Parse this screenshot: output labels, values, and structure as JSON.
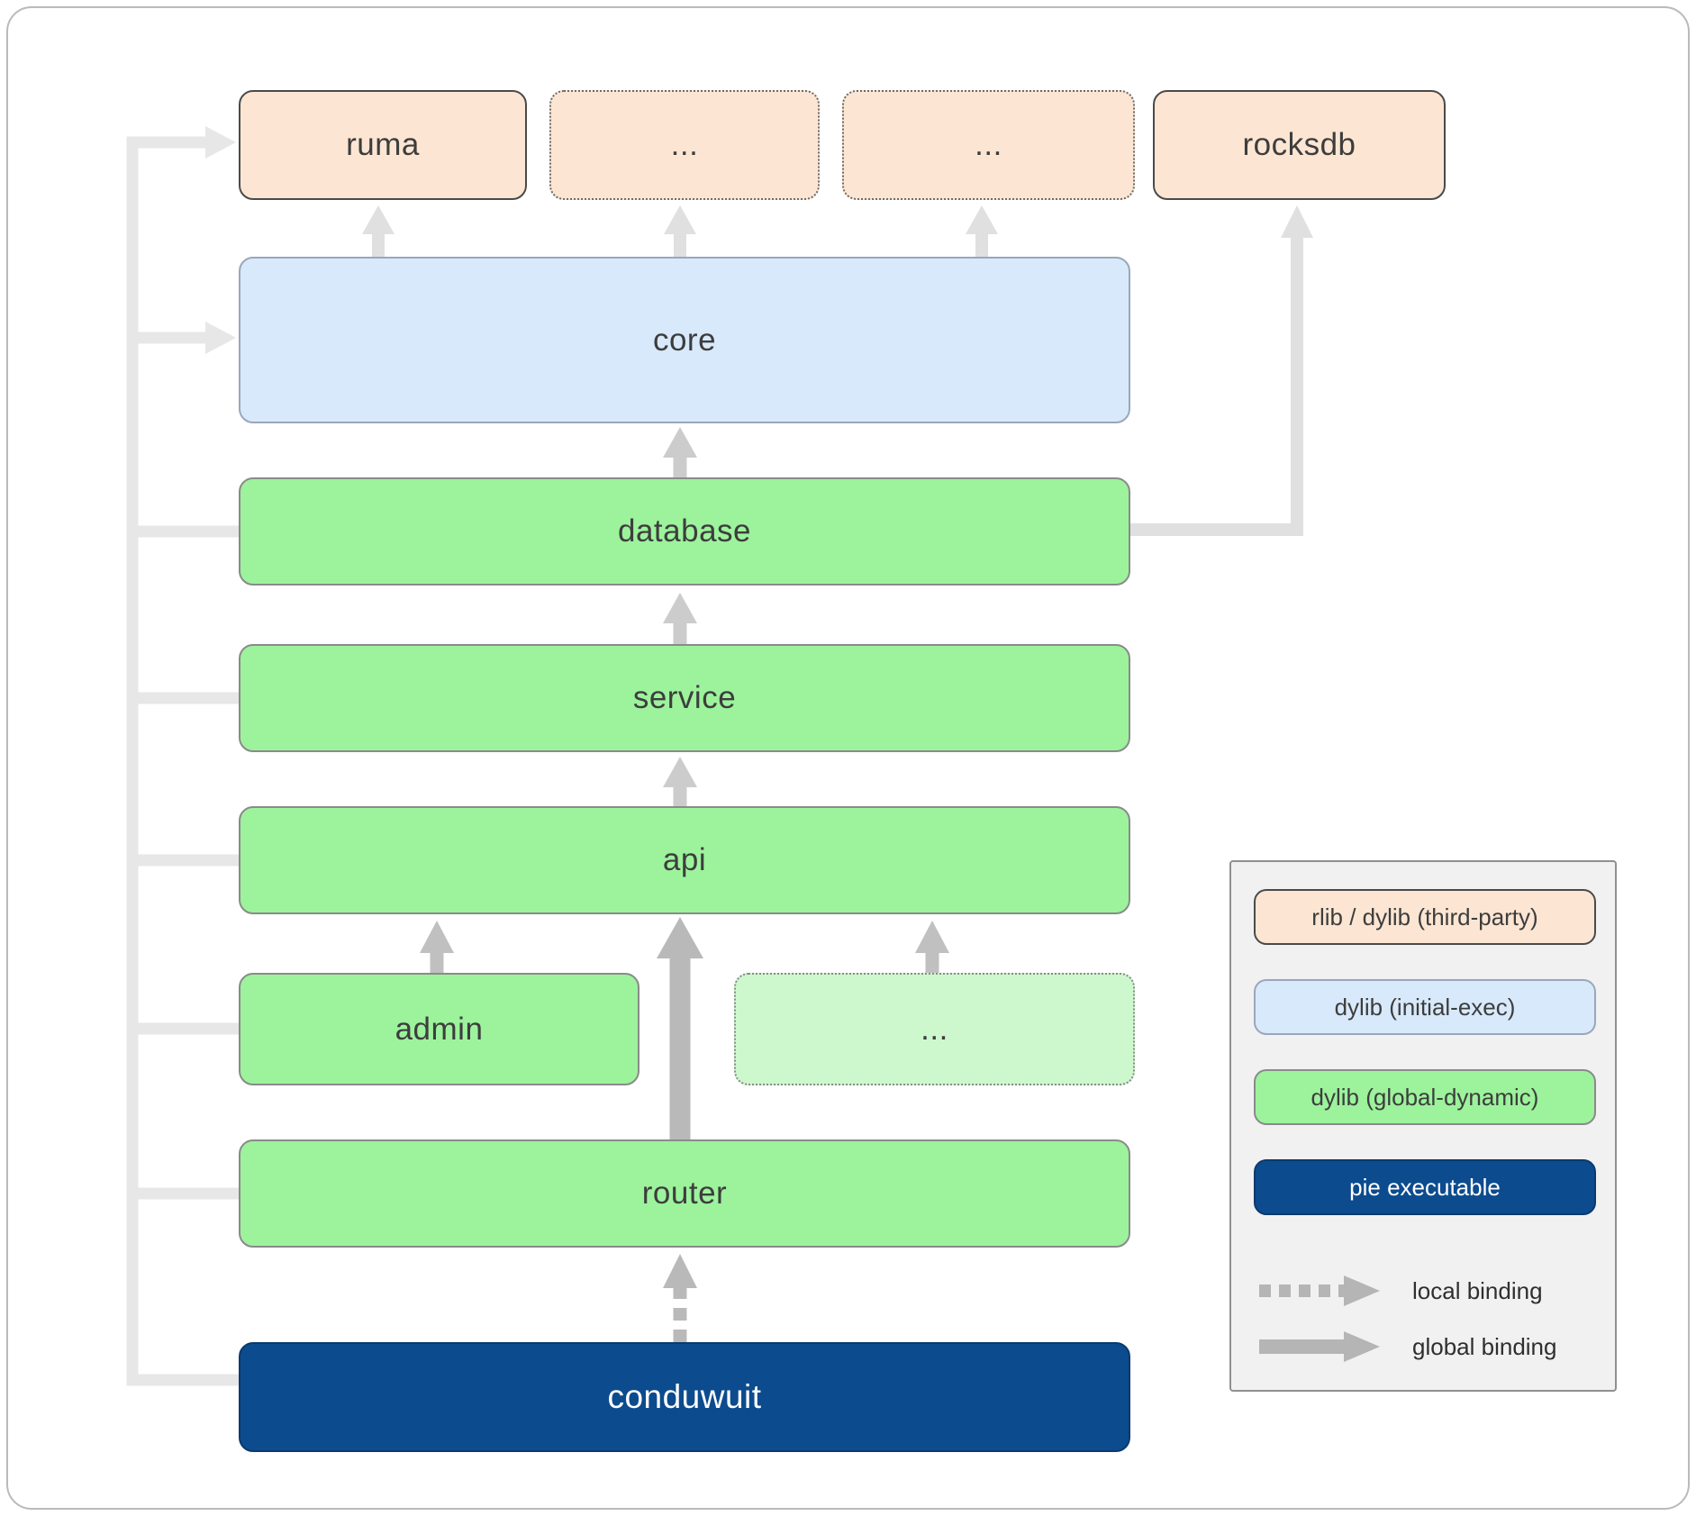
{
  "diagram": {
    "nodes": {
      "ruma": {
        "label": "ruma"
      },
      "dep_a": {
        "label": "..."
      },
      "dep_b": {
        "label": "..."
      },
      "rocksdb": {
        "label": "rocksdb"
      },
      "core": {
        "label": "core"
      },
      "database": {
        "label": "database"
      },
      "service": {
        "label": "service"
      },
      "api": {
        "label": "api"
      },
      "admin": {
        "label": "admin"
      },
      "feature_misc": {
        "label": "..."
      },
      "router": {
        "label": "router"
      },
      "conduwuit": {
        "label": "conduwuit"
      }
    }
  },
  "legend": {
    "items": [
      {
        "label": "rlib / dylib (third-party)"
      },
      {
        "label": "dylib (initial-exec)"
      },
      {
        "label": "dylib (global-dynamic)"
      },
      {
        "label": "pie executable"
      }
    ],
    "bindings": [
      {
        "label": "local binding"
      },
      {
        "label": "global binding"
      }
    ]
  },
  "colors": {
    "third_party_fill": "#fce6d3",
    "initial_exec_fill": "#d8e9fb",
    "global_dynamic_fill": "#9cf39c",
    "global_dynamic_alt_fill": "#cdf8cd",
    "pie_executable_fill": "#0c4b8e",
    "binding_arrow": "#b5b5b5",
    "link_light": "#e7e7e7"
  }
}
